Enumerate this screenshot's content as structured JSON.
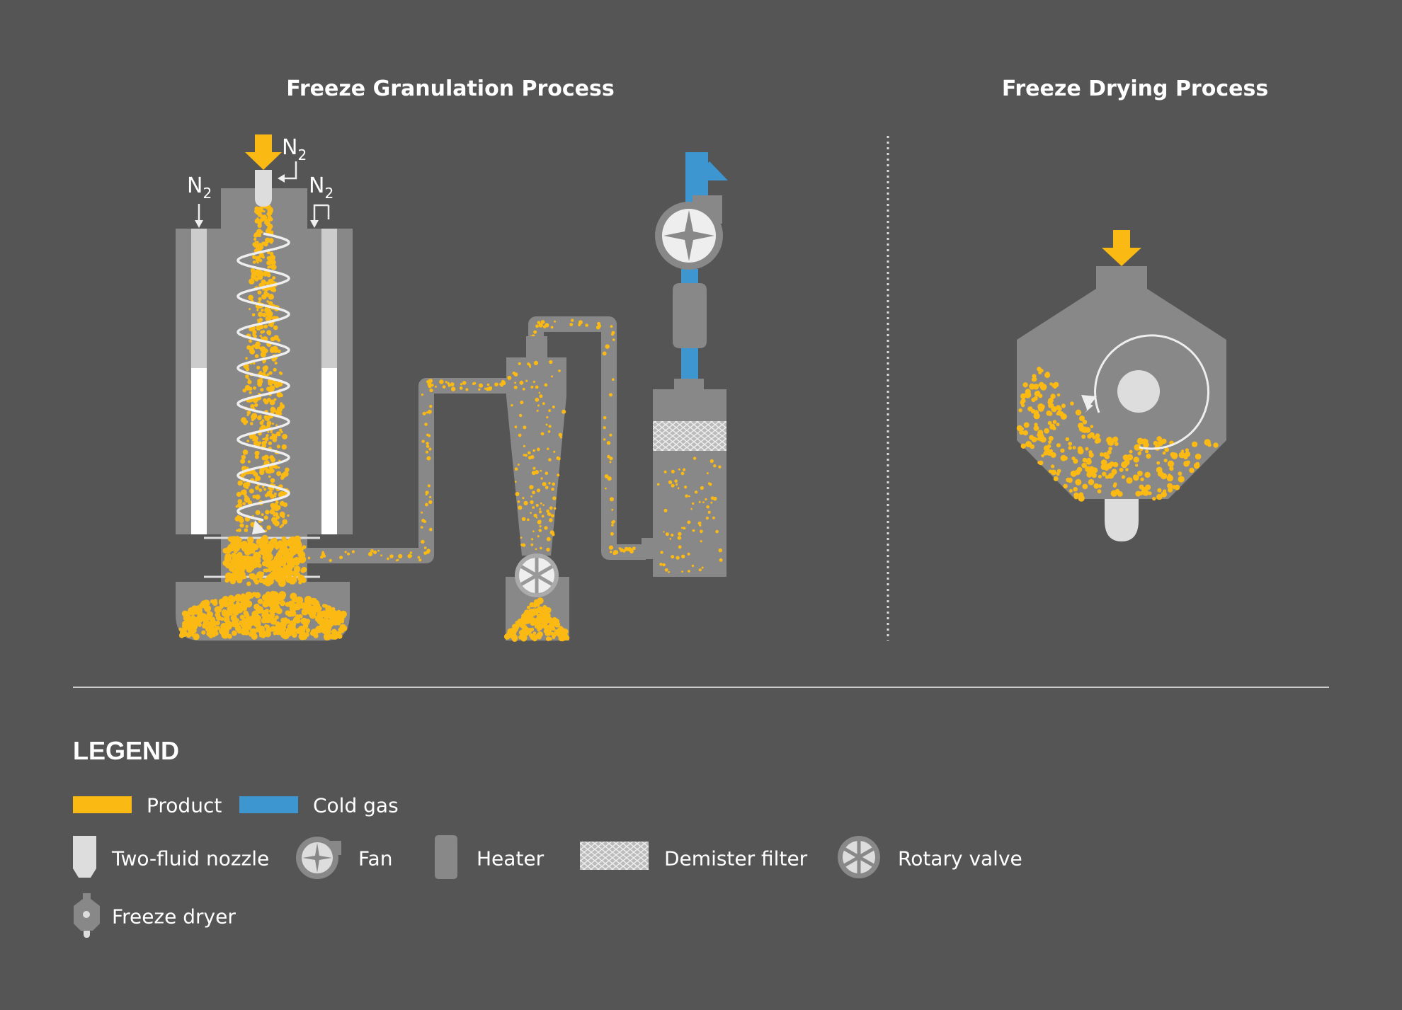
{
  "headers": {
    "granulation": "Freeze Granulation Process",
    "drying": "Freeze Drying Process"
  },
  "gas_labels": {
    "element": "N",
    "subscript": "2"
  },
  "legend": {
    "title": "LEGEND",
    "product": "Product",
    "cold_gas": "Cold gas",
    "two_fluid_nozzle": "Two-fluid nozzle",
    "fan": "Fan",
    "heater": "Heater",
    "demister_filter": "Demister filter",
    "rotary_valve": "Rotary valve",
    "freeze_dryer": "Freeze dryer"
  },
  "colors": {
    "background": "#555555",
    "equipment": "#888888",
    "light": "#dddddd",
    "product": "#fbb913",
    "cold_gas": "#3e96d0"
  }
}
